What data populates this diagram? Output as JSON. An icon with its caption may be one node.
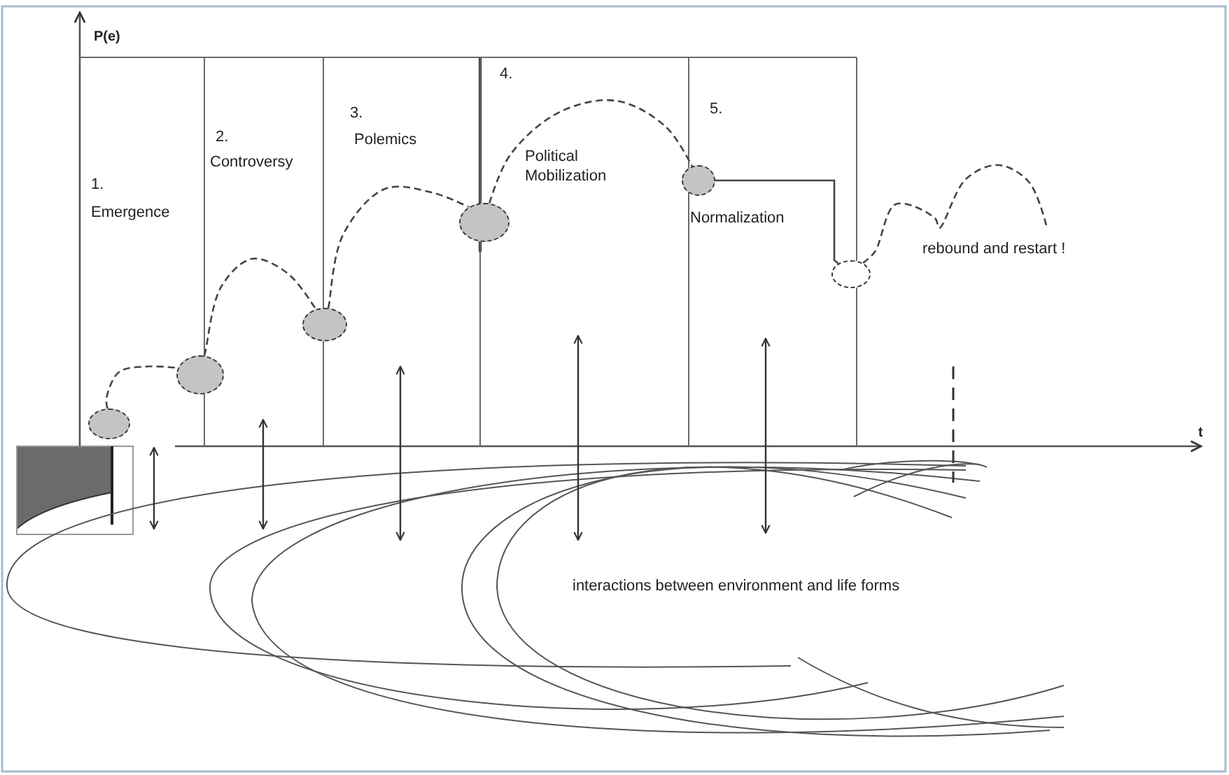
{
  "diagram": {
    "nodes": [
      {
        "text": [],
        "shape": "circle"
      },
      {
        "text": [],
        "shape": "circle"
      },
      {
        "text": [],
        "shape": "circle"
      },
      {
        "text": [],
        "shape": "circle"
      },
      {
        "text": [],
        "shape": "circle"
      },
      {
        "text": [],
        "shape": "circle"
      }
    ],
    "edges": [
      {
        "from": 0,
        "to": 1,
        "arrow": "none",
        "style": "dashed"
      },
      {
        "from": 1,
        "to": 2,
        "arrow": "none",
        "style": "dashed"
      },
      {
        "from": 2,
        "to": 3,
        "arrow": "none",
        "style": "dashed"
      },
      {
        "from": 3,
        "to": 4,
        "arrow": "none",
        "style": "dashed"
      },
      {
        "from": 4,
        "to": 5,
        "arrow": "none"
      },
      {
        "from": 5,
        "to": null,
        "arrow": "none",
        "style": "dashed"
      }
    ],
    "labels": [
      "P(e)",
      "1.",
      "Emergence",
      "2.",
      "Controversy",
      "3.",
      "Polemics",
      "4.",
      "Political Mobilization",
      "5.",
      "Normalization",
      "rebound and restart !",
      "t",
      "interactions between environment and life forms"
    ]
  }
}
